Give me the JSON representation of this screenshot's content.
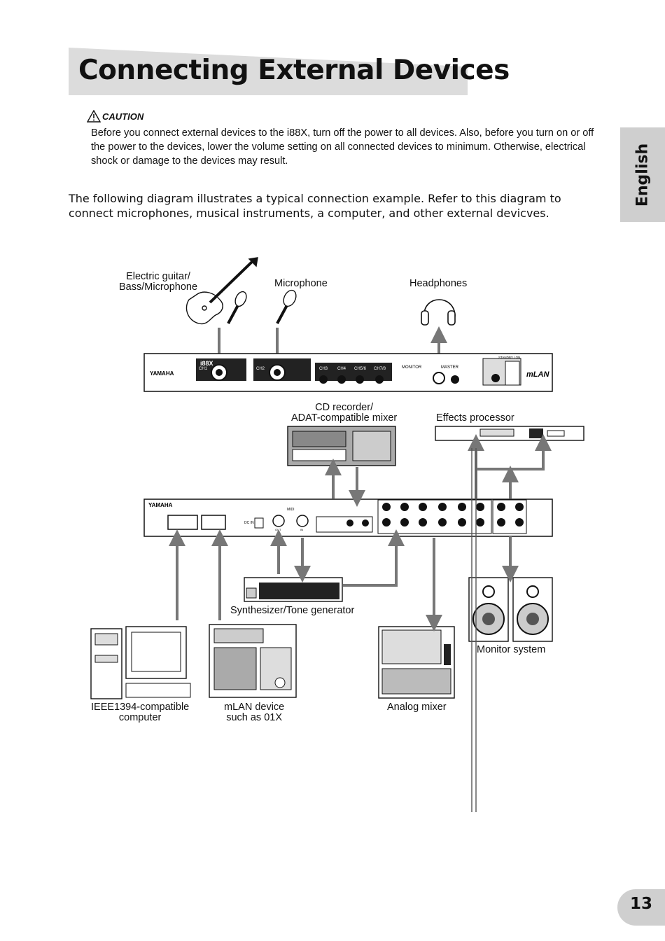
{
  "page": {
    "title": "Connecting External Devices",
    "caution_label": "CAUTION",
    "caution_text": "Before you connect external devices to the i88X, turn off the power to all devices. Also, before you turn on or off the power to the devices, lower the volume setting on all connected devices to minimum. Otherwise, electrical shock or damage to the devices may result.",
    "intro_text": "The following diagram illustrates a typical connection example. Refer to this diagram to connect microphones, musical instruments, a computer, and other external devicves.",
    "language_tab": "English",
    "page_number": "13"
  },
  "diagram": {
    "labels": {
      "guitar_line1": "Electric guitar/",
      "guitar_line2": "Bass/Microphone",
      "microphone": "Microphone",
      "headphones": "Headphones",
      "cd_line1": "CD recorder/",
      "cd_line2": "ADAT-compatible mixer",
      "effects": "Effects processor",
      "synth": "Synthesizer/Tone generator",
      "computer_line1": "IEEE1394-compatible",
      "computer_line2": "computer",
      "mlan_line1": "mLAN device",
      "mlan_line2": "such as 01X",
      "analog_mixer": "Analog mixer",
      "monitor": "Monitor system"
    },
    "front_panel": {
      "brand": "YAMAHA",
      "model": "i88X",
      "logo": "mLAN",
      "channels": [
        "CH1",
        "CH2",
        "CH3",
        "CH4",
        "CH5/6",
        "CH7/8"
      ],
      "monitor": "MONITOR",
      "master": "MASTER",
      "standby": "STANDBY / ON"
    },
    "rear_panel": {
      "brand": "YAMAHA",
      "midi": "MIDI",
      "dc_in": "DC IN",
      "out": "OUT",
      "in": "IN"
    }
  }
}
